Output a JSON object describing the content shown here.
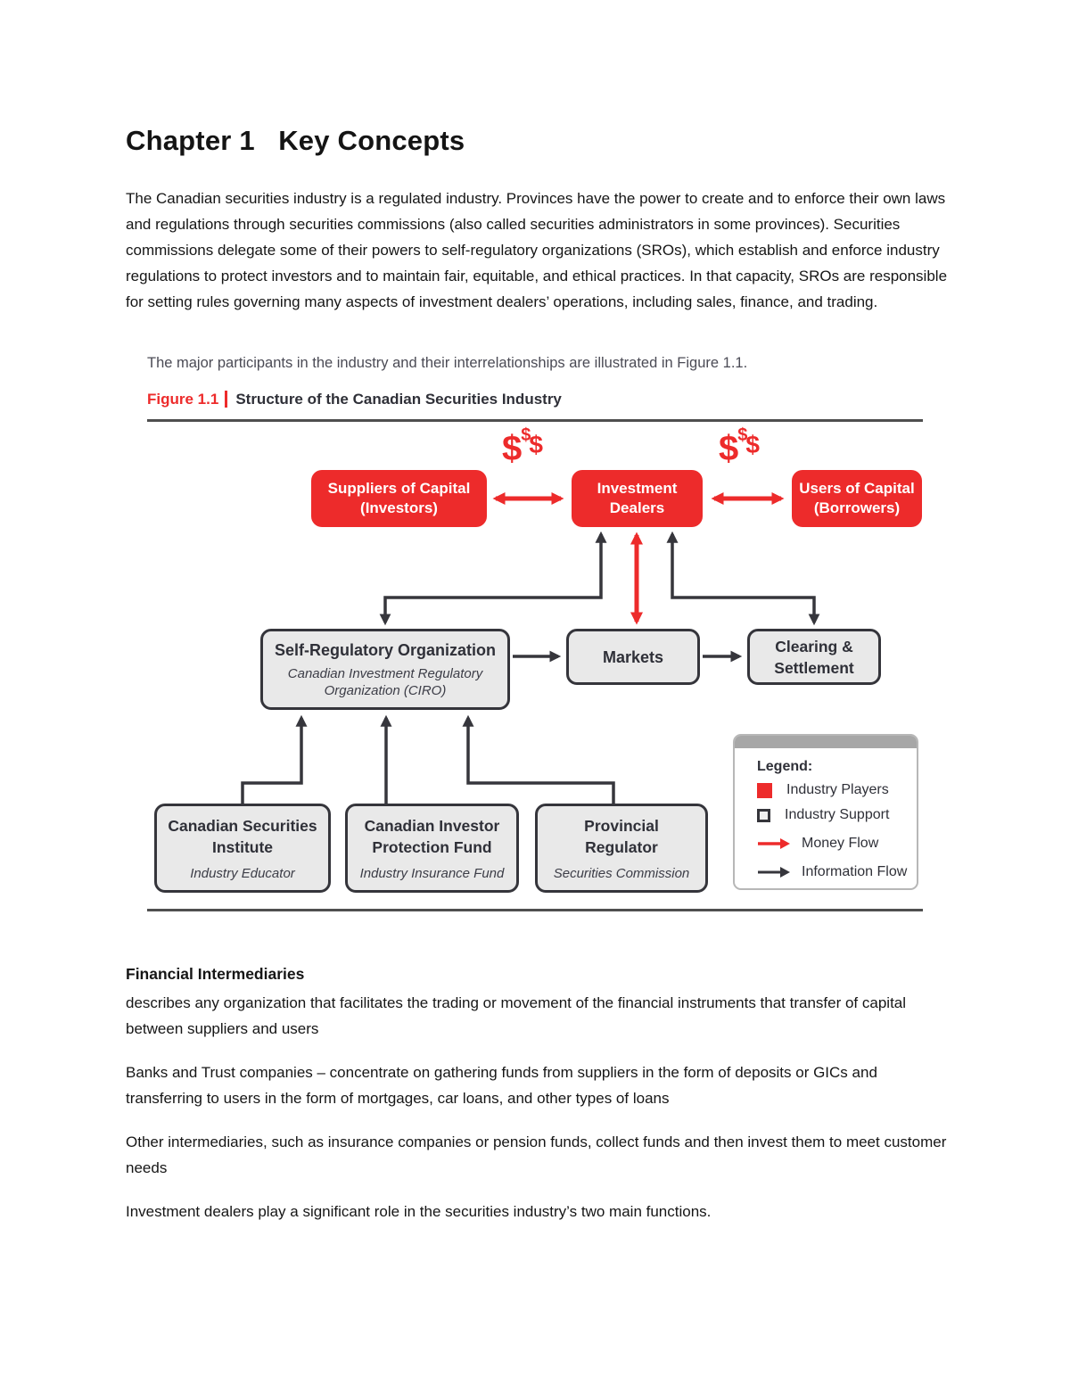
{
  "colors": {
    "red": "#ED2B2B",
    "dark": "#36363C",
    "box_fill": "#E9E9E9",
    "box_border": "#35353B",
    "box_text": "#2F3038",
    "rule": "#4F4F4F",
    "body_text": "#161616",
    "lead_text": "#4B4B55"
  },
  "document": {
    "title": "Chapter 1   Key Concepts",
    "intro_paragraph": "The Canadian securities industry is a regulated industry. Provinces have the power to create and to enforce their own laws and regulations through securities commissions (also called securities administrators in some provinces). Securities commissions delegate some of their powers to self-regulatory organizations (SROs), which establish and enforce industry regulations to protect investors and to maintain fair, equitable, and ethical practices. In that capacity, SROs are responsible for setting rules governing many aspects of investment dealers’ operations, including sales, finance, and trading.",
    "figure_lead": "The major participants in the industry and their interrelationships are illustrated in Figure 1.1.",
    "sections": {
      "heading": "Financial Intermediaries",
      "p1": "describes any organization that facilitates the trading or movement of the financial instruments that transfer of capital between suppliers and users",
      "p2": "Banks and Trust companies – concentrate on gathering funds from suppliers in the form of deposits or GICs and transferring to users in the form of mortgages, car loans, and other types of loans",
      "p3": "Other intermediaries, such as insurance companies or pension funds, collect funds and then invest them to meet customer needs",
      "p4": "Investment dealers play a significant role in the securities industry’s two main functions."
    }
  },
  "figure": {
    "label": "Figure 1.1",
    "title": "Structure of the Canadian Securities Industry",
    "money_symbol": "$",
    "nodes": {
      "suppliers": {
        "line1": "Suppliers of Capital",
        "line2": "(Investors)"
      },
      "dealers": {
        "line1": "Investment",
        "line2": "Dealers"
      },
      "users": {
        "line1": "Users of Capital",
        "line2": "(Borrowers)"
      },
      "sro": {
        "title": "Self-Regulatory Organization",
        "subtitle": "Canadian Investment Regulatory Organization (CIRO)"
      },
      "markets": {
        "title": "Markets"
      },
      "clearing": {
        "line1": "Clearing &",
        "line2": "Settlement"
      },
      "csi": {
        "line1": "Canadian Securities",
        "line2": "Institute",
        "subtitle": "Industry Educator"
      },
      "cipf": {
        "line1": "Canadian Investor",
        "line2": "Protection Fund",
        "subtitle": "Industry Insurance Fund"
      },
      "provincial": {
        "line1": "Provincial",
        "line2": "Regulator",
        "subtitle": "Securities Commission"
      }
    },
    "legend": {
      "heading": "Legend:",
      "items": [
        {
          "label": "Industry Players"
        },
        {
          "label": "Industry Support"
        },
        {
          "label": "Money Flow"
        },
        {
          "label": "Information Flow"
        }
      ]
    }
  }
}
